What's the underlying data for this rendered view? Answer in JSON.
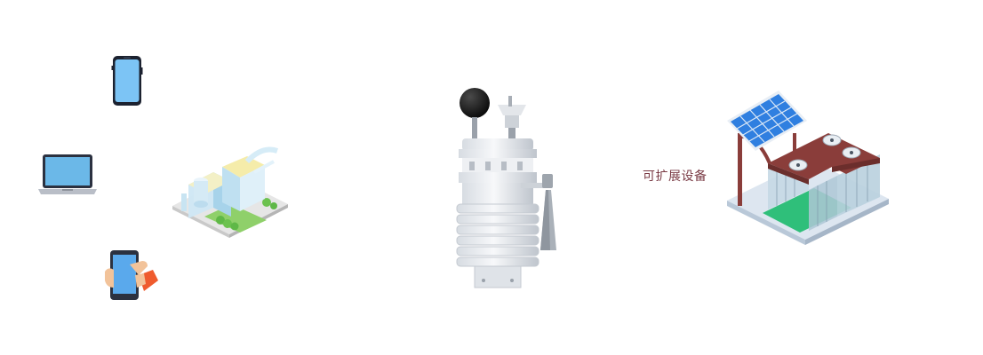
{
  "scene": {
    "background": "#ffffff",
    "label_color": "#7a3b45"
  },
  "labels": {
    "expandable_devices": "可扩展设备"
  },
  "icons": [
    "smartphone-icon",
    "laptop-icon",
    "smart-factory-illustration",
    "hand-holding-phone-icon",
    "weather-station-sensor",
    "solar-powered-building-illustration"
  ]
}
